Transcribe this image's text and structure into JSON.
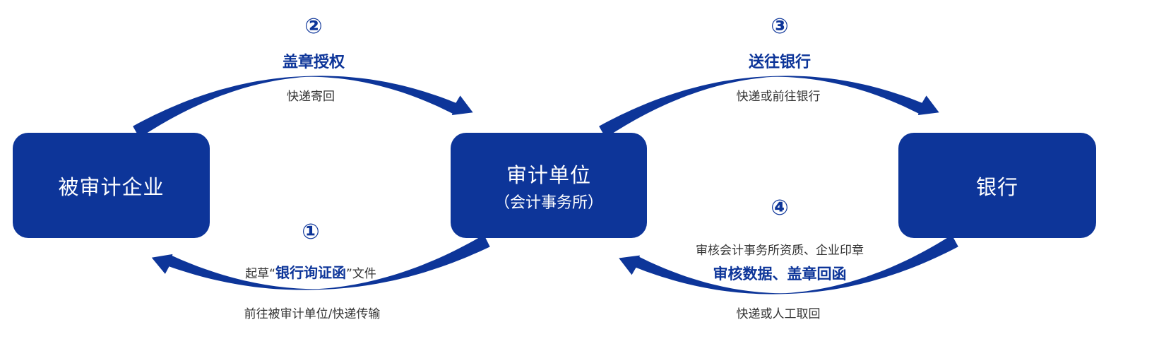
{
  "colors": {
    "primary": "#0d3599",
    "text": "#333333"
  },
  "nodes": {
    "enterprise": {
      "label": "被审计企业"
    },
    "auditor": {
      "label": "审计单位",
      "sublabel": "（会计事务所）"
    },
    "bank": {
      "label": "银行"
    }
  },
  "steps": {
    "s1": {
      "number": "①",
      "prefix": "起草“",
      "highlight": "银行询证函",
      "suffix": "”文件",
      "transport": "前往被审计单位/快递传输"
    },
    "s2": {
      "number": "②",
      "title": "盖章授权",
      "transport": "快递寄回"
    },
    "s3": {
      "number": "③",
      "title": "送往银行",
      "transport": "快递或前往银行"
    },
    "s4": {
      "number": "④",
      "desc": "审核会计事务所资质、企业印章",
      "title": "审核数据、盖章回函",
      "transport": "快递或人工取回"
    }
  }
}
